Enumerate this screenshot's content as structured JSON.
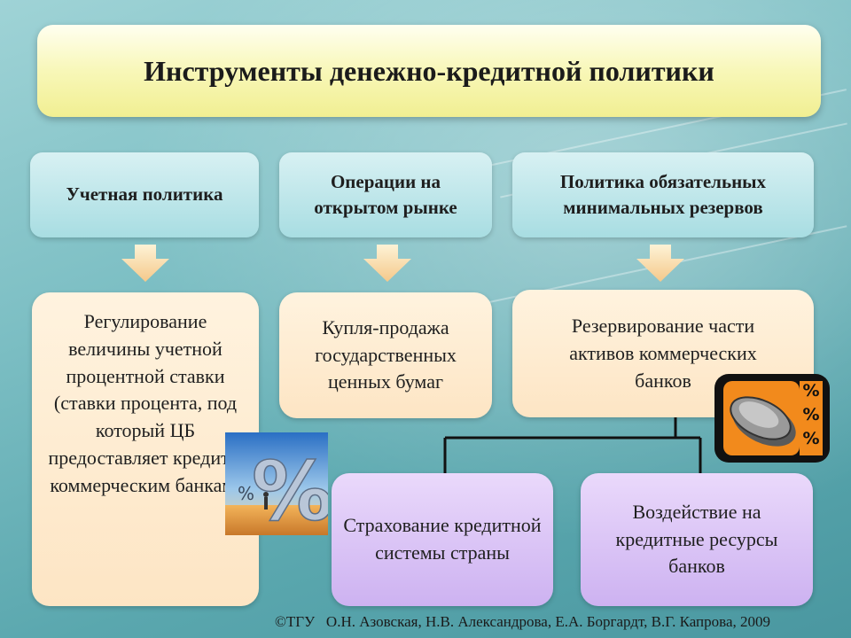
{
  "title": "Инструменты денежно-кредитной политики",
  "categories": [
    {
      "label": "Учетная политика"
    },
    {
      "label": "Операции на открытом рынке"
    },
    {
      "label": "Политика обязательных минимальных резервов"
    }
  ],
  "descriptions": [
    {
      "text": "Регулирование величины учетной процентной ставки (ставки процента, под который ЦБ предоставляет кредиты коммерческим банкам)"
    },
    {
      "text": "Купля-продажа государственных ценных бумаг"
    },
    {
      "text": "Резервирование части активов коммерческих банков"
    }
  ],
  "sub_items": [
    {
      "text": "Страхование кредитной системы страны"
    },
    {
      "text": "Воздействие на кредитные ресурсы банков"
    }
  ],
  "icons": {
    "percent_image": "percent-sculpture-image",
    "coin_icon": "coin-percent-icon",
    "percent_signs": [
      "%",
      "%",
      "%"
    ]
  },
  "footer": "©ТГУ   О.Н. Азовская, Н.В. Александрова, Е.А. Боргардт, В.Г. Капрова, 2009"
}
